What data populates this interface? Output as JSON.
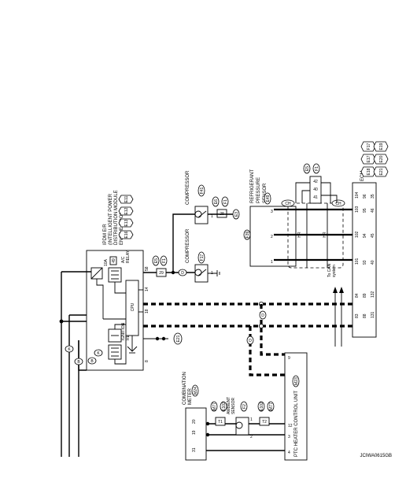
{
  "figure_code": "JCIWA0615GB",
  "ipdm": {
    "line1": "IPDM E/R",
    "line2": "(INTELLIGENT POWER",
    "line3": "DISTRIBUTION MODULE",
    "line4": "ENGINE ROOM)",
    "connectors": [
      "E11",
      "E12",
      "E13",
      "E16"
    ],
    "fuse_rating": "10A",
    "fuse_number": "49",
    "ac_relay_line1": "A/C",
    "ac_relay_line2": "RELAY",
    "ignition_relay_line1": "IGNITION",
    "ignition_relay_line2": "RELAY",
    "cpu_label": "CPU",
    "terminal_58": "58",
    "terminal_14": "14",
    "terminal_18": "18",
    "terminal_8": "8"
  },
  "compressor_left": {
    "label": "COMPRESSOR",
    "connector": "F17",
    "pin": "1"
  },
  "compressor_right": {
    "label": "COMPRESSOR",
    "connector": "F41",
    "pin": "1"
  },
  "connector_tags_top": [
    "E5",
    "F1",
    "E6",
    "F1",
    "E5",
    "F1"
  ],
  "connector_tags_misc": [
    "F39",
    "E21",
    "E3",
    "E3"
  ],
  "refrigerant_sensor": {
    "line1": "REFRIGERANT",
    "line2": "PRESSURE",
    "line3": "SENSOR",
    "connector": "E49",
    "pins": [
      "1",
      "2",
      "3"
    ]
  },
  "ecm": {
    "label": "ECM",
    "pins_row1": [
      "83",
      "84",
      "101",
      "102",
      "103",
      "104"
    ],
    "pins_row2": [
      "88",
      "89",
      "93",
      "94",
      "95",
      "96"
    ],
    "pins_row3": [
      "131",
      "132",
      "40",
      "45",
      "46",
      "35"
    ],
    "connectors": [
      "F17",
      "E17",
      "E18",
      "E19",
      "E20",
      "E21"
    ]
  },
  "can_label_line1": "To CAN",
  "can_label_line2": "system",
  "chassis_labels": [
    "CH",
    "CH"
  ],
  "sensor_labels": [
    "HR",
    "HR"
  ],
  "combination_meter": {
    "line1": "COMBINATION",
    "line2": "METER",
    "connector": "M24",
    "pins": [
      "31",
      "19",
      "20"
    ]
  },
  "ptc_heater": {
    "label": "PTC HEATER CONTROL UNIT",
    "connector": "M23",
    "pins": [
      "4",
      "3",
      "12",
      "9"
    ]
  },
  "ambient_sensor": {
    "line1": "AMBIENT",
    "line2": "SENSOR",
    "connector": "F2",
    "pins": [
      "1",
      "2"
    ]
  },
  "joint_tags": [
    "M77",
    "E102",
    "E102",
    "M77"
  ],
  "wire_markers": [
    "K",
    "K",
    "B",
    "B",
    "D",
    "D"
  ]
}
